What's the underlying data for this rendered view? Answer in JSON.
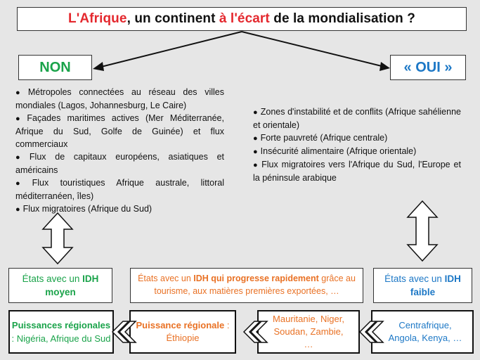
{
  "title": {
    "part1": "L'Afrique",
    "part2": ", un continent ",
    "part3": "à l'écart",
    "part4": " de la mondialisation ?"
  },
  "non": {
    "label": "NON",
    "items": [
      "Métropoles connectées au réseau des villes mondiales (Lagos, Johannesburg, Le Caire)",
      "Façades maritimes actives (Mer Méditerranée, Afrique du Sud, Golfe de Guinée) et flux commerciaux",
      "Flux de capitaux européens, asiatiques et américains",
      "Flux touristiques Afrique australe, littoral méditerranéen, îles)",
      "Flux migratoires (Afrique du Sud)"
    ]
  },
  "oui": {
    "label": "« OUI »",
    "items": [
      "Zones d'instabilité et de conflits (Afrique sahélienne et orientale)",
      "Forte pauvreté (Afrique centrale)",
      "Insécurité alimentaire (Afrique orientale)",
      "Flux migratoires vers l'Afrique du Sud, l'Europe et la péninsule arabique"
    ]
  },
  "idh": {
    "moyen": {
      "prefix": "États avec un ",
      "idh": "IDH",
      "level": "moyen"
    },
    "progresse": {
      "prefix": "États avec un ",
      "highlight": "IDH qui progresse rapidement",
      "suffix": " grâce au tourisme, aux matières premières exportées, …"
    },
    "faible": {
      "prefix": "États avec un ",
      "idh": "IDH",
      "level": "faible"
    }
  },
  "bottom": {
    "puissances": {
      "label": "Puissances régionales",
      "rest": " : Nigéria, Afrique du Sud"
    },
    "ethiopie": {
      "label": "Puissance régionale",
      "sep": " :",
      "country": "Éthiopie"
    },
    "mauritanie": {
      "text": "Mauritanie, Niger, Soudan, Zambie, …"
    },
    "centrafrique": {
      "text": "Centrafrique, Angola, Kenya, …"
    }
  },
  "colors": {
    "green": "#1aa34a",
    "orange": "#e97124",
    "blue": "#1d78c6",
    "red": "#e4282e"
  }
}
